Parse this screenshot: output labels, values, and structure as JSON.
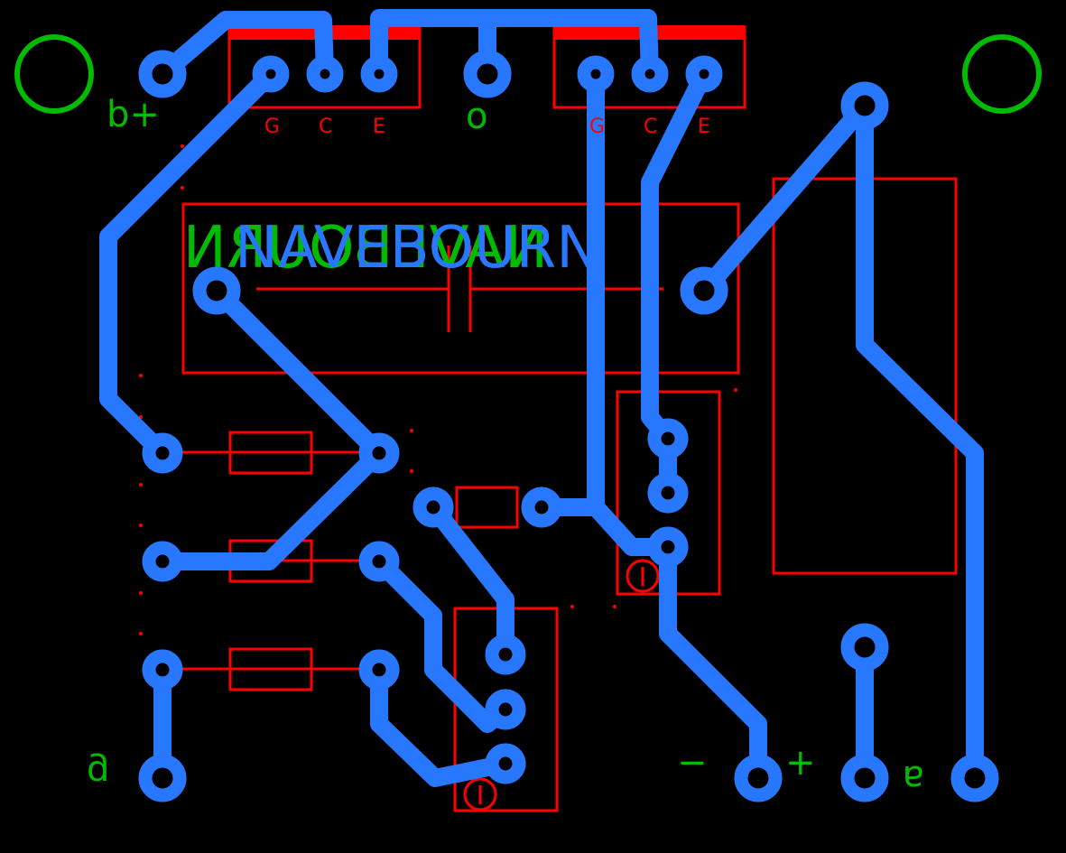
{
  "connectors": {
    "b_plus": "b+",
    "output": "o",
    "g_mirror": "g",
    "a_mirror": "a",
    "minus": "−",
    "plus": "+"
  },
  "igbt_left": {
    "g": "G",
    "c": "C",
    "e": "E"
  },
  "igbt_right": {
    "g": "G",
    "c": "C",
    "e": "E"
  },
  "brand": {
    "blue_text": "NAVEBOURN",
    "green_text": "NAVEBOURN"
  },
  "colors": {
    "copper": "#2878ff",
    "silkscreen": "#ff0000",
    "mounting_holes": "#00bb00",
    "background": "#000000"
  }
}
